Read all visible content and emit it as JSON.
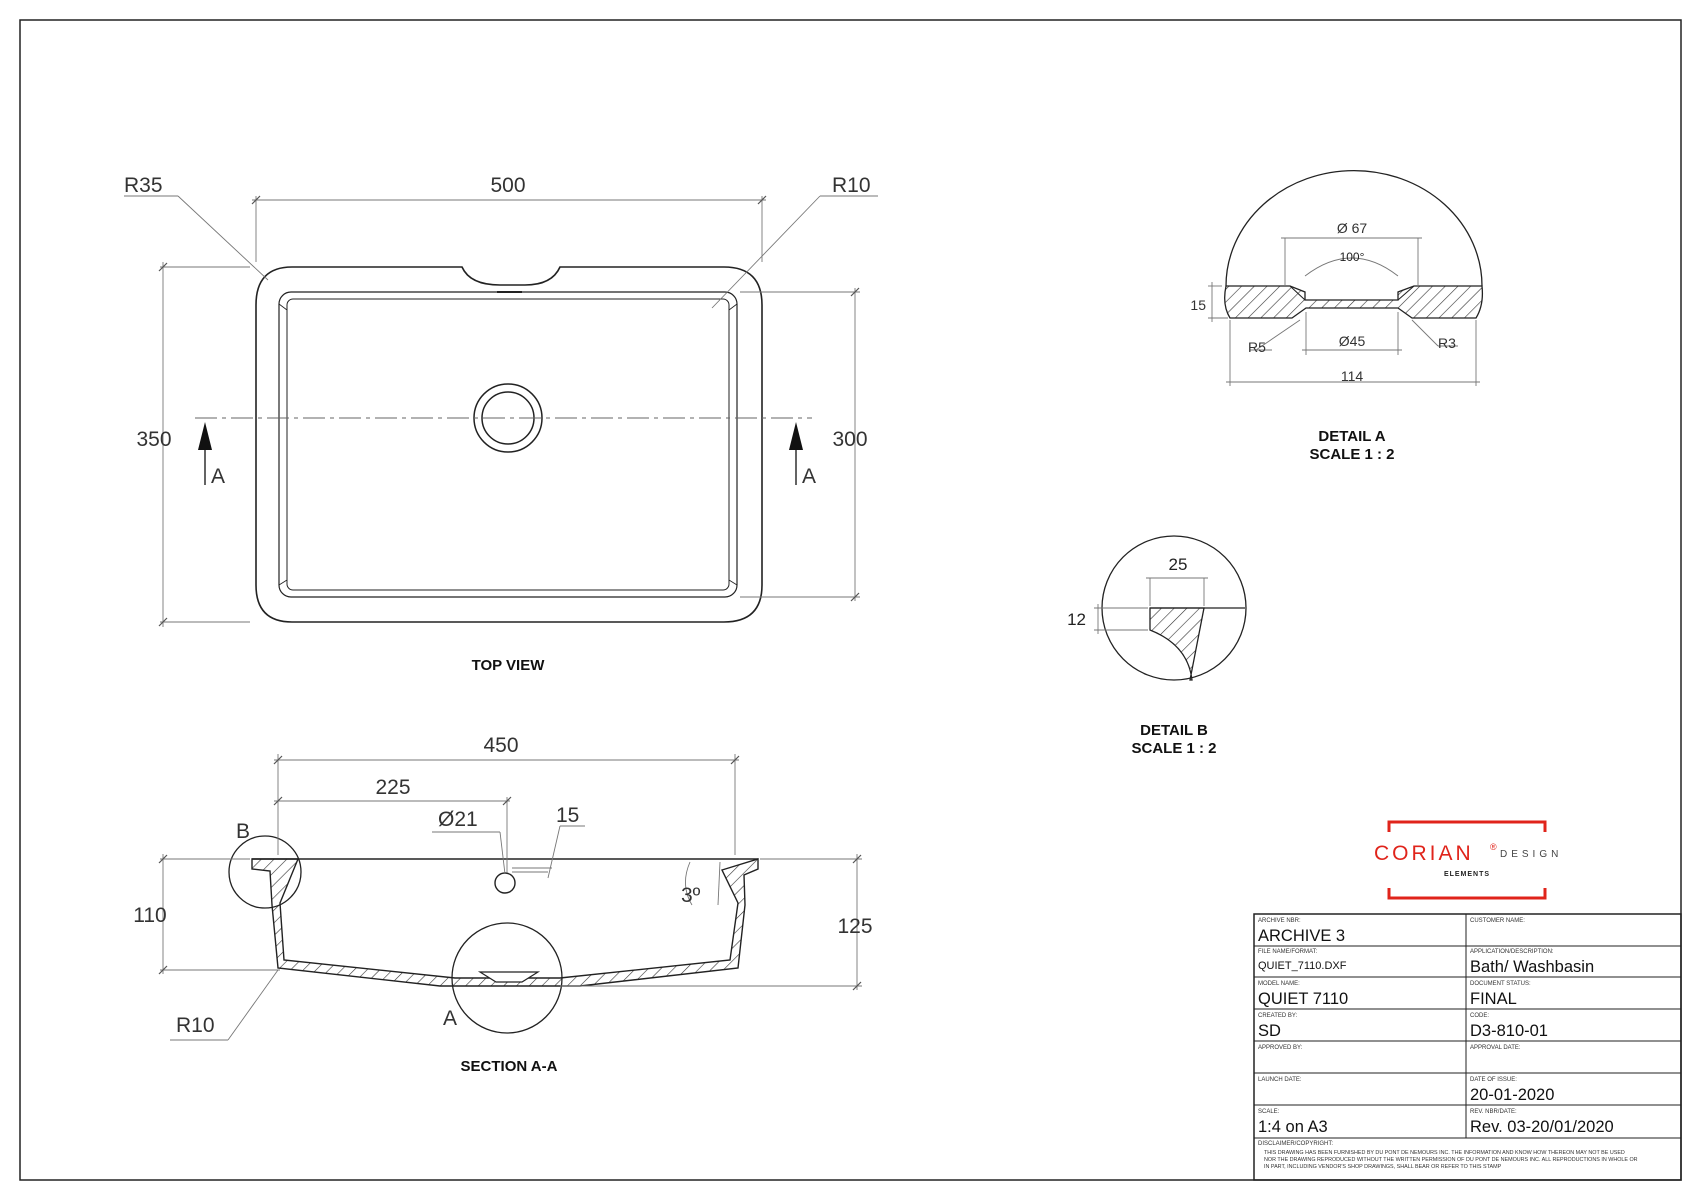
{
  "top_view": {
    "title": "TOP VIEW",
    "dim_width": "500",
    "dim_height_outer": "350",
    "dim_height_inner": "300",
    "radius_outer": "R35",
    "radius_inner": "R10",
    "section_mark": "A"
  },
  "section": {
    "title": "SECTION A-A",
    "dim_450": "450",
    "dim_225": "225",
    "dim_hole": "Ø21",
    "dim_15": "15",
    "dim_110": "110",
    "dim_125": "125",
    "dim_r10": "R10",
    "angle": "3º",
    "mark_b": "B",
    "mark_a": "A"
  },
  "detail_a": {
    "title": "DETAIL A",
    "scale": "SCALE 1 : 2",
    "dim_67": "Ø 67",
    "dim_100": "100°",
    "dim_15": "15",
    "dim_45": "Ø45",
    "dim_r5": "R5",
    "dim_r3": "R3",
    "dim_114": "114"
  },
  "detail_b": {
    "title": "DETAIL B",
    "scale": "SCALE 1 : 2",
    "dim_25": "25",
    "dim_12": "12"
  },
  "logo": {
    "brand": "CORIAN",
    "reg": "®",
    "design": "DESIGN",
    "elements": "ELEMENTS",
    "color": "#e0241b"
  },
  "title_block": {
    "archive_label": "ARCHIVE NBR:",
    "archive_value": "ARCHIVE 3",
    "customer_label": "CUSTOMER NAME:",
    "customer_value": "",
    "file_label": "FILE NAME/FORMAT:",
    "file_value": "QUIET_7110.DXF",
    "app_label": "APPLICATION/DESCRIPTION:",
    "app_value": "Bath/ Washbasin",
    "model_label": "MODEL NAME:",
    "model_value": "QUIET 7110",
    "status_label": "DOCUMENT STATUS:",
    "status_value": "FINAL",
    "created_label": "CREATED BY:",
    "created_value": "SD",
    "code_label": "CODE:",
    "code_value": "D3-810-01",
    "approved_label": "APPROVED BY:",
    "approved_value": "",
    "approval_date_label": "APPROVAL DATE:",
    "approval_date_value": "",
    "launch_label": "LAUNCH DATE:",
    "launch_value": "",
    "issue_label": "DATE OF ISSUE:",
    "issue_value": "20-01-2020",
    "scale_label": "SCALE:",
    "scale_value": "1:4 on A3",
    "rev_label": "REV. NBR/DATE:",
    "rev_value": "Rev. 03-20/01/2020",
    "disclaimer_label": "DISCLAIMER/COPYRIGHT:",
    "disclaimer_line1": "THIS DRAWING HAS BEEN FURNISHED BY  DU PONT DE NEMOURS INC. THE INFORMATION AND KNOW HOW THEREON MAY NOT BE USED",
    "disclaimer_line2": "NOR THE DRAWING REPRODUCED WITHOUT THE WRITTEN PERMISSION OF DU PONT DE NEMOURS INC. ALL REPRODUCTIONS IN WHOLE OR",
    "disclaimer_line3": "IN PART, INCLUDING VENDOR'S SHOP DRAWINGS, SHALL BEAR OR REFER TO THIS STAMP"
  }
}
